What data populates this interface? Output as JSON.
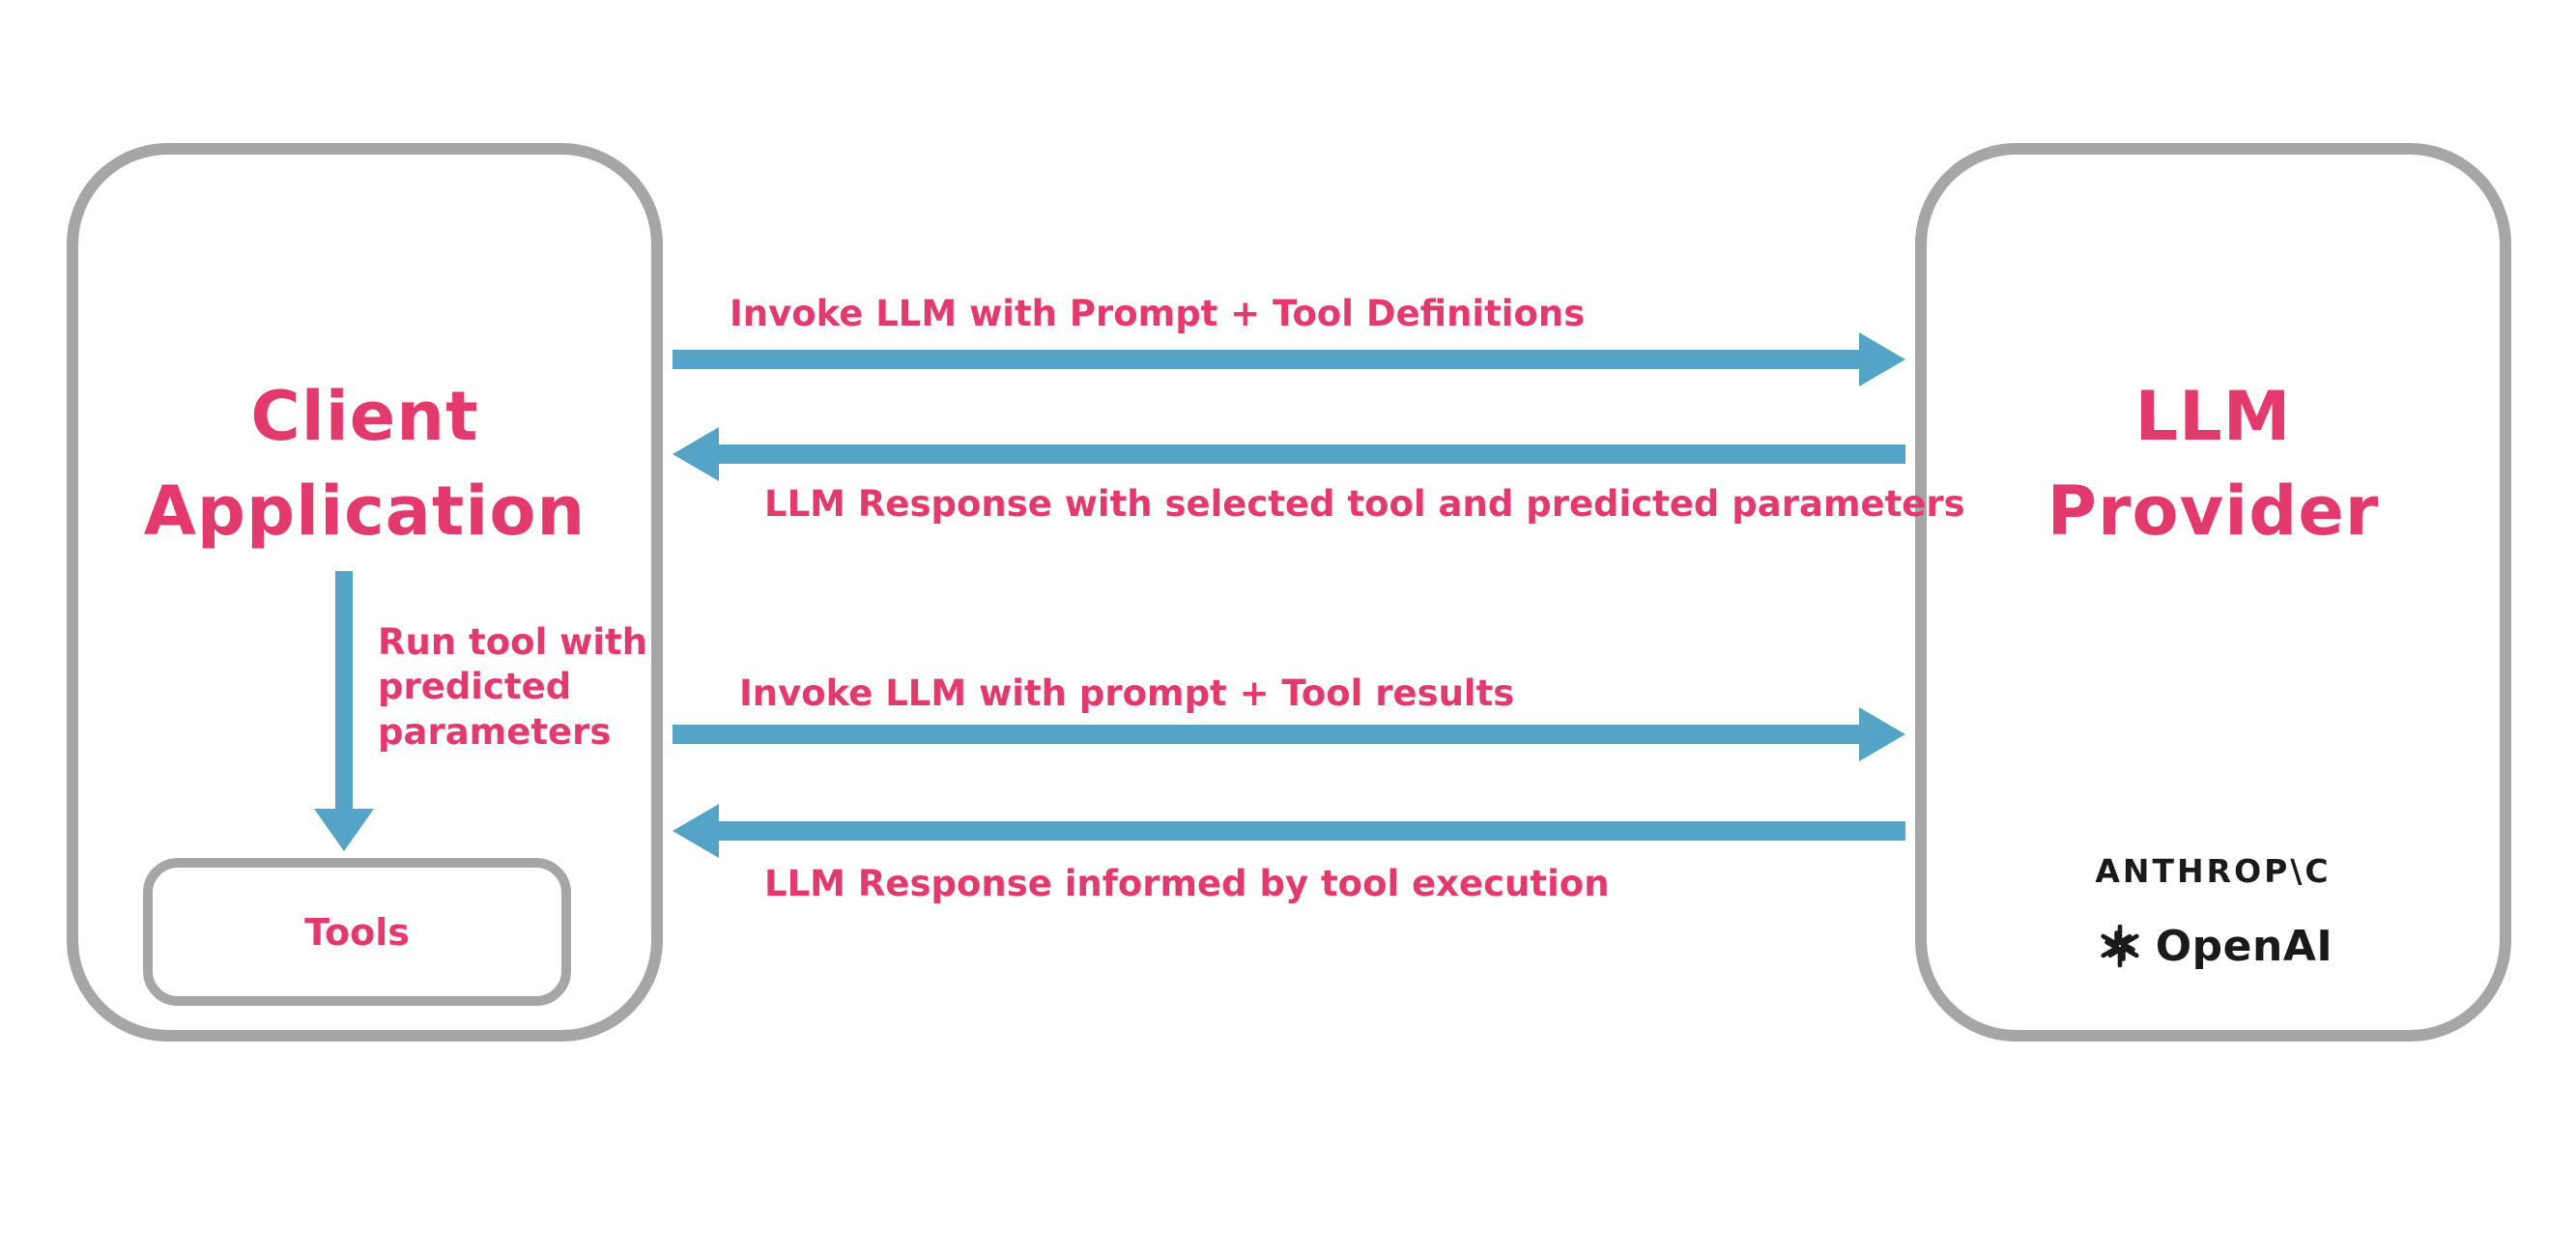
{
  "diagram": {
    "client_box": {
      "title": "Client\nApplication",
      "run_tool_note": "Run tool with\npredicted\nparameters",
      "tools_label": "Tools"
    },
    "provider_box": {
      "title": "LLM\nProvider",
      "anthropic_logo_text": "ANTHROP\\C",
      "openai_logo_text": "OpenAI"
    },
    "arrows": [
      {
        "label": "Invoke LLM with Prompt + Tool Definitions",
        "direction": "right"
      },
      {
        "label": "LLM Response with selected tool and predicted parameters",
        "direction": "left"
      },
      {
        "label": "Invoke LLM with prompt + Tool results",
        "direction": "right"
      },
      {
        "label": "LLM Response informed by tool execution",
        "direction": "left"
      }
    ],
    "colors": {
      "accent_pink": "#e23a6d",
      "arrow_blue": "#55a3c6",
      "border_gray": "#a6a6a6",
      "logo_black": "#1a1a1a"
    }
  }
}
